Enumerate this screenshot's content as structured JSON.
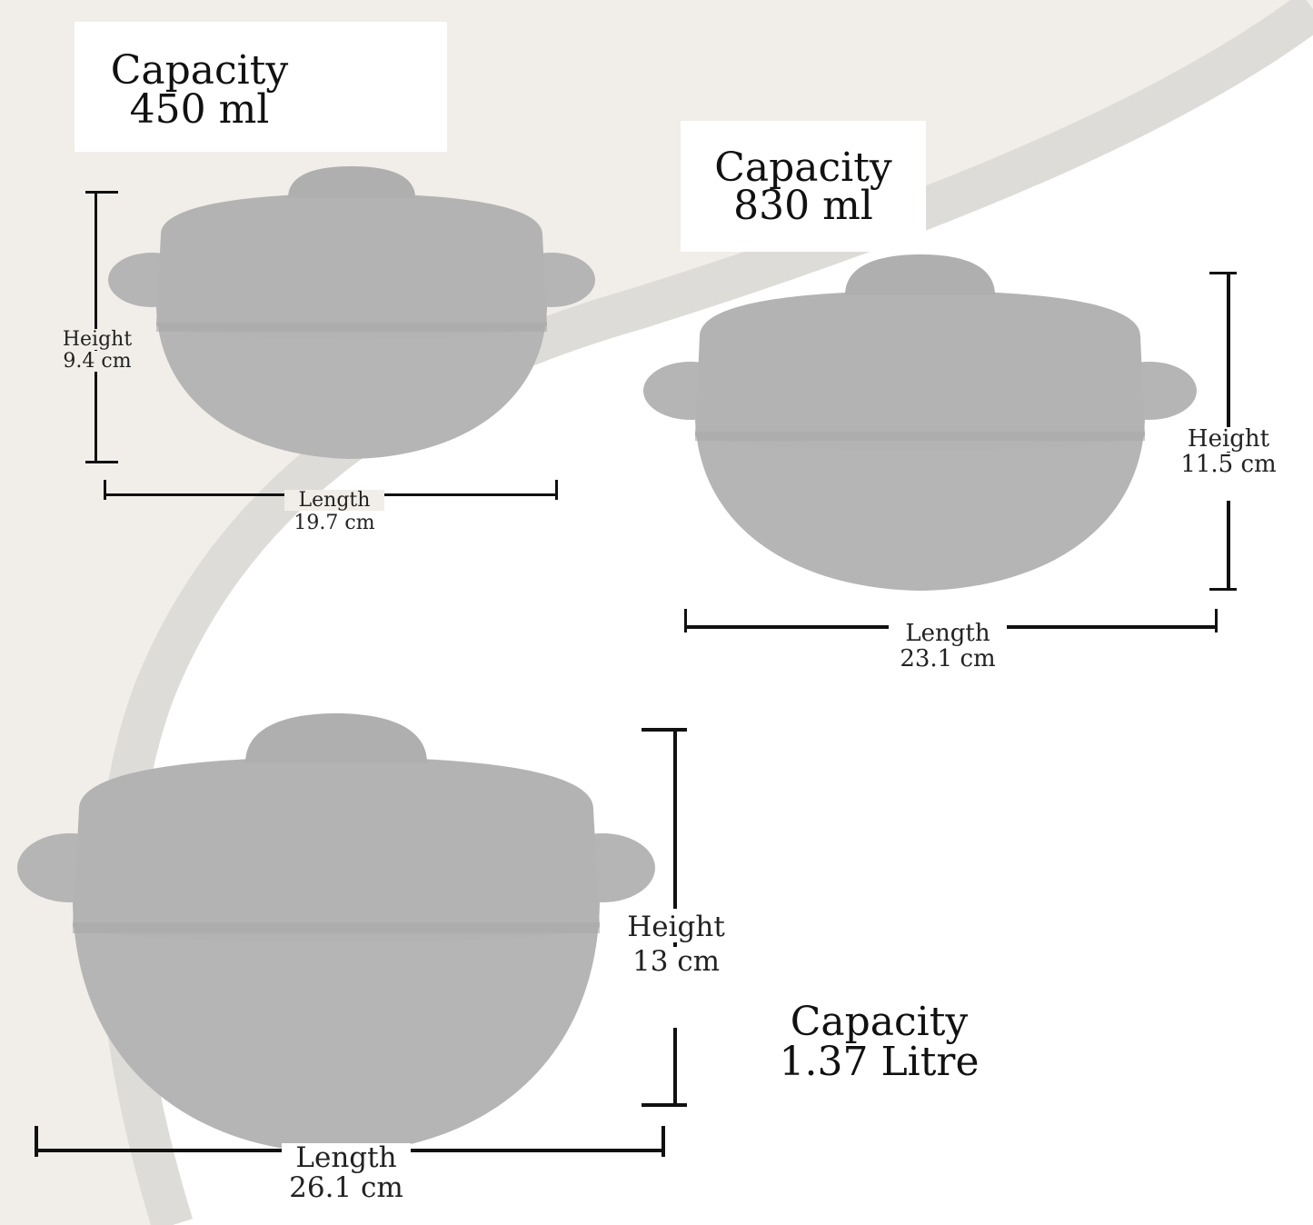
{
  "colors": {
    "background_left": "#f1eee9",
    "background_right": "#ffffff",
    "swoosh_band": "#dedcd9",
    "pot_body": "#b5b5b5",
    "pot_shadow": "#a9a9a9",
    "dimension_lines": "#111111"
  },
  "products": [
    {
      "capacity_label": "Capacity",
      "capacity_value": "450 ml",
      "height_label": "Height",
      "height_value": "9.4 cm",
      "length_label": "Length",
      "length_value": "19.7 cm"
    },
    {
      "capacity_label": "Capacity",
      "capacity_value": "830 ml",
      "height_label": "Height",
      "height_value": "11.5 cm",
      "length_label": "Length",
      "length_value": "23.1 cm"
    },
    {
      "capacity_label": "Capacity",
      "capacity_value": "1.37 Litre",
      "height_label": "Height",
      "height_value": "13 cm",
      "length_label": "Length",
      "length_value": "26.1 cm"
    }
  ]
}
